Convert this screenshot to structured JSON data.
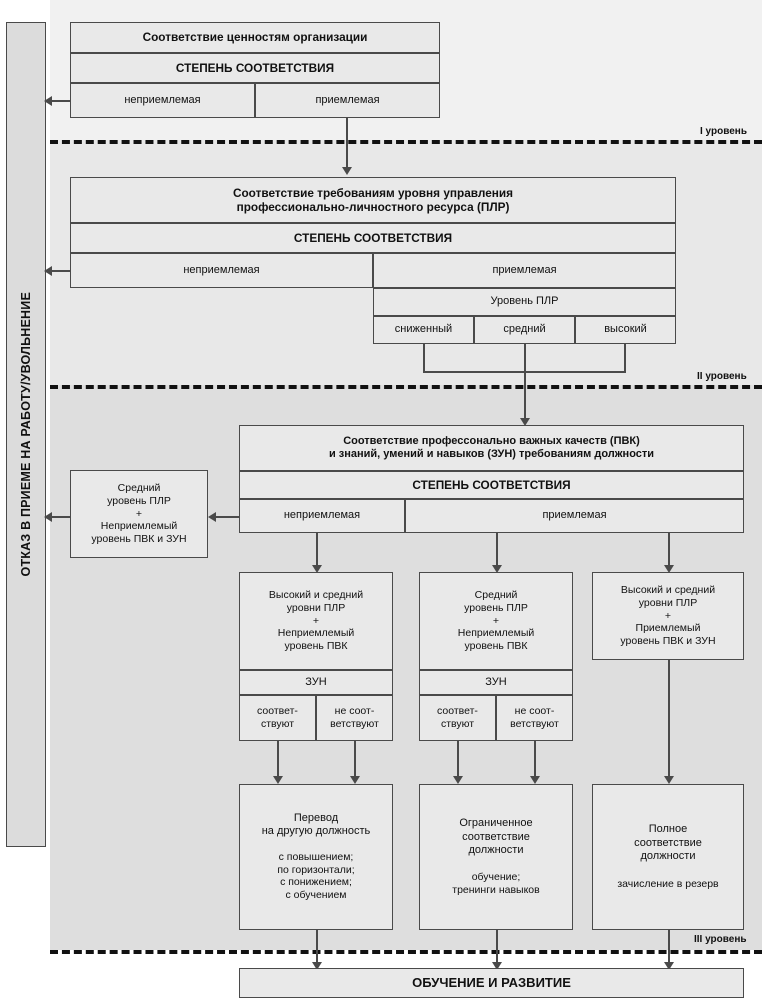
{
  "sidebar": {
    "label": "ОТКАЗ В ПРИЕМЕ НА РАБОТУ/УВОЛЬНЕНИЕ"
  },
  "levels": [
    {
      "label": "I уровень"
    },
    {
      "label": "II уровень"
    },
    {
      "label": "III уровень"
    }
  ],
  "level1": {
    "title": "Соответствие ценностям организации",
    "degree_header": "СТЕПЕНЬ СООТВЕТСТВИЯ",
    "options": [
      {
        "label": "неприемлемая"
      },
      {
        "label": "приемлемая"
      }
    ]
  },
  "level2": {
    "title_line1": "Соответствие требованиям уровня управления",
    "title_line2": "профессионально-личностного ресурса (ПЛР)",
    "degree_header": "СТЕПЕНЬ СООТВЕТСТВИЯ",
    "options": [
      {
        "label": "неприемлемая"
      },
      {
        "label": "приемлемая"
      }
    ],
    "plr_header": "Уровень ПЛР",
    "plr_levels": [
      {
        "label": "сниженный"
      },
      {
        "label": "средний"
      },
      {
        "label": "высокий"
      }
    ]
  },
  "level3": {
    "title_line1": "Соответствие профессонально важных качеств (ПВК)",
    "title_line2": "и знаний, умений и навыков (ЗУН) требованиям должности",
    "degree_header": "СТЕПЕНЬ СООТВЕТСТВИЯ",
    "options": [
      {
        "label": "неприемлемая"
      },
      {
        "label": "приемлемая"
      }
    ],
    "reject_box": {
      "line1": "Средний",
      "line2": "уровень ПЛР",
      "plus": "+",
      "line3": "Неприемлемый",
      "line4": "уровень ПВК и ЗУН"
    },
    "columns": [
      {
        "profile": {
          "line1": "Высокий и средний",
          "line2": "уровни ПЛР",
          "plus": "+",
          "line3": "Неприемлемый",
          "line4": "уровень ПВК"
        },
        "zun_header": "ЗУН",
        "zun_options": [
          {
            "line1": "соответ-",
            "line2": "ствуют"
          },
          {
            "line1": "не соот-",
            "line2": "ветствуют"
          }
        ],
        "result": {
          "title_line1": "Перевод",
          "title_line2": "на другую должность",
          "details": [
            "с повышением;",
            "по горизонтали;",
            "с понижением;",
            "с обучением"
          ]
        }
      },
      {
        "profile": {
          "line1": "Средний",
          "line2": "уровень ПЛР",
          "plus": "+",
          "line3": "Неприемлемый",
          "line4": "уровень ПВК"
        },
        "zun_header": "ЗУН",
        "zun_options": [
          {
            "line1": "соответ-",
            "line2": "ствуют"
          },
          {
            "line1": "не соот-",
            "line2": "ветствуют"
          }
        ],
        "result": {
          "title_line1": "Ограниченное",
          "title_line2": "соответствие",
          "title_line3": "должности",
          "details": [
            "обучение;",
            "тренинги навыков"
          ]
        }
      },
      {
        "profile": {
          "line1": "Высокий и средний",
          "line2": "уровни ПЛР",
          "plus": "+",
          "line3": "Приемлемый",
          "line4": "уровень ПВК и ЗУН"
        },
        "result": {
          "title_line1": "Полное",
          "title_line2": "соответствие",
          "title_line3": "должности",
          "details": [
            "зачисление в резерв"
          ]
        }
      }
    ]
  },
  "footer": {
    "label": "ОБУЧЕНИЕ И РАЗВИТИЕ"
  },
  "colors": {
    "stroke": "#4a4a4a",
    "band1": "#f1f1f1",
    "band2": "#e8e8e8",
    "band3": "#dedede",
    "box": "#e9e9e9"
  }
}
